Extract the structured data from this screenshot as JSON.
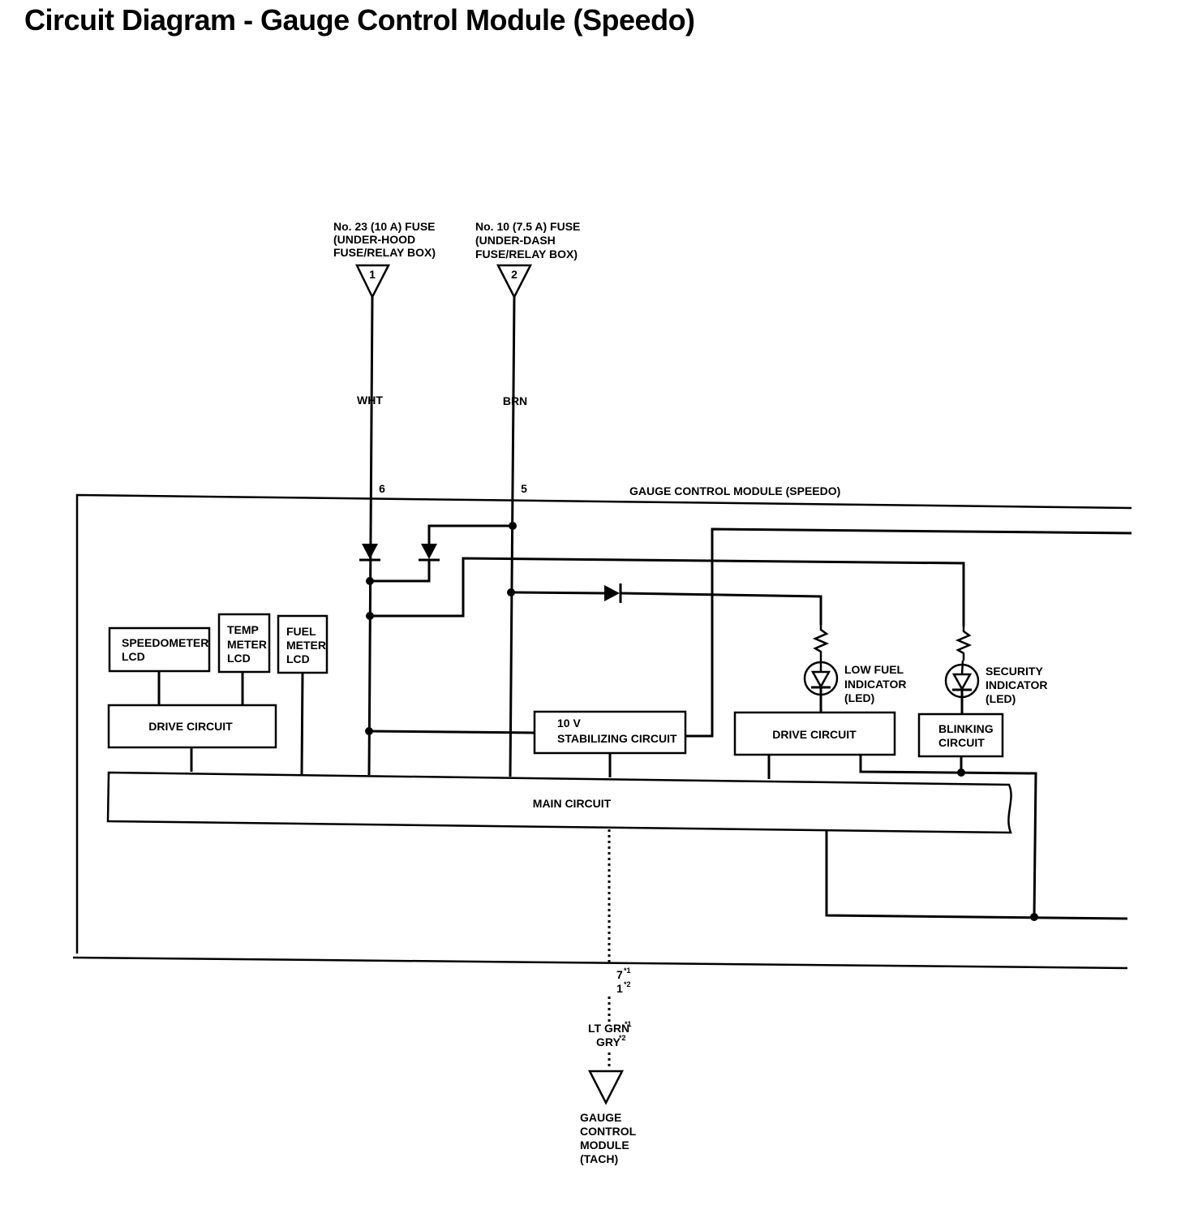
{
  "title": "Circuit Diagram - Gauge Control Module (Speedo)",
  "fuses": [
    {
      "line1": "No. 23 (10 A) FUSE",
      "line2": "(UNDER-HOOD",
      "line3": "FUSE/RELAY BOX)",
      "number": "1",
      "wire_color": "WHT",
      "pin": "6"
    },
    {
      "line1": "No. 10 (7.5 A) FUSE",
      "line2": "(UNDER-DASH",
      "line3": "FUSE/RELAY BOX)",
      "number": "2",
      "wire_color": "BRN",
      "pin": "5"
    }
  ],
  "module_label": "GAUGE CONTROL MODULE (SPEEDO)",
  "lcds": [
    {
      "line1": "SPEEDOMETER",
      "line2": "LCD"
    },
    {
      "line1": "TEMP",
      "line2": "METER",
      "line3": "LCD"
    },
    {
      "line1": "FUEL",
      "line2": "METER",
      "line3": "LCD"
    }
  ],
  "drive_circuit_left": "DRIVE CIRCUIT",
  "stabilizer": {
    "line1": "10 V",
    "line2": "STABILIZING CIRCUIT"
  },
  "drive_circuit_right": "DRIVE CIRCUIT",
  "blinking": {
    "line1": "BLINKING",
    "line2": "CIRCUIT"
  },
  "low_fuel": {
    "line1": "LOW FUEL",
    "line2": "INDICATOR",
    "line3": "(LED)"
  },
  "security": {
    "line1": "SECURITY",
    "line2": "INDICATOR",
    "line3": "(LED)"
  },
  "main_circuit": "MAIN CIRCUIT",
  "output_pin": {
    "pin1": "7",
    "pin1_note": "*1",
    "pin2": "1",
    "pin2_note": "*2"
  },
  "output_wire": {
    "color1": "LT GRN",
    "color1_note": "*1",
    "color2": "GRY",
    "color2_note": "*2"
  },
  "destination": {
    "line1": "GAUGE",
    "line2": "CONTROL",
    "line3": "MODULE",
    "line4": "(TACH)"
  }
}
